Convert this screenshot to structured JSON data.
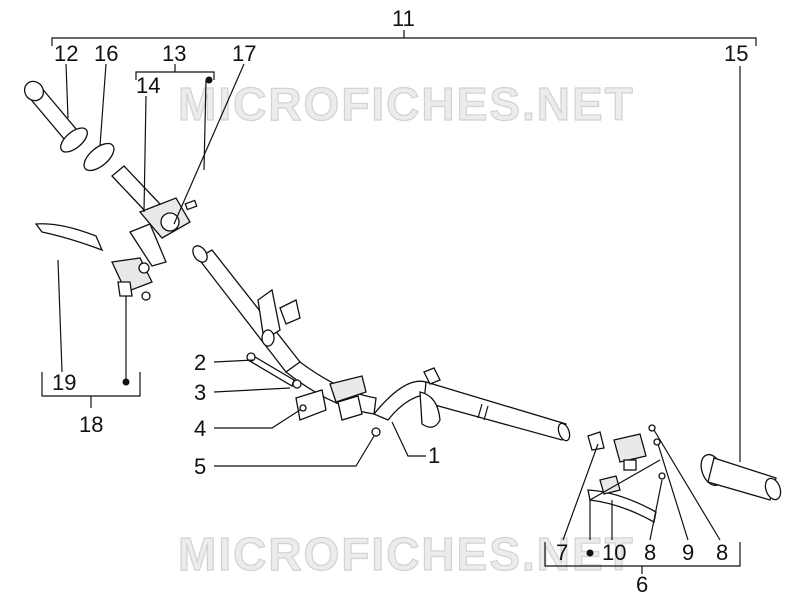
{
  "watermark": "MICROFICHES.NET",
  "labels": {
    "l1": "1",
    "l2": "2",
    "l3": "3",
    "l4": "4",
    "l5": "5",
    "l6": "6",
    "l7": "7",
    "l8a": "8",
    "l8b": "8",
    "l9": "9",
    "l10": "10",
    "l11": "11",
    "l12": "12",
    "l13": "13",
    "l14": "14",
    "l15": "15",
    "l16": "16",
    "l17": "17",
    "l18": "18",
    "l19": "19"
  }
}
